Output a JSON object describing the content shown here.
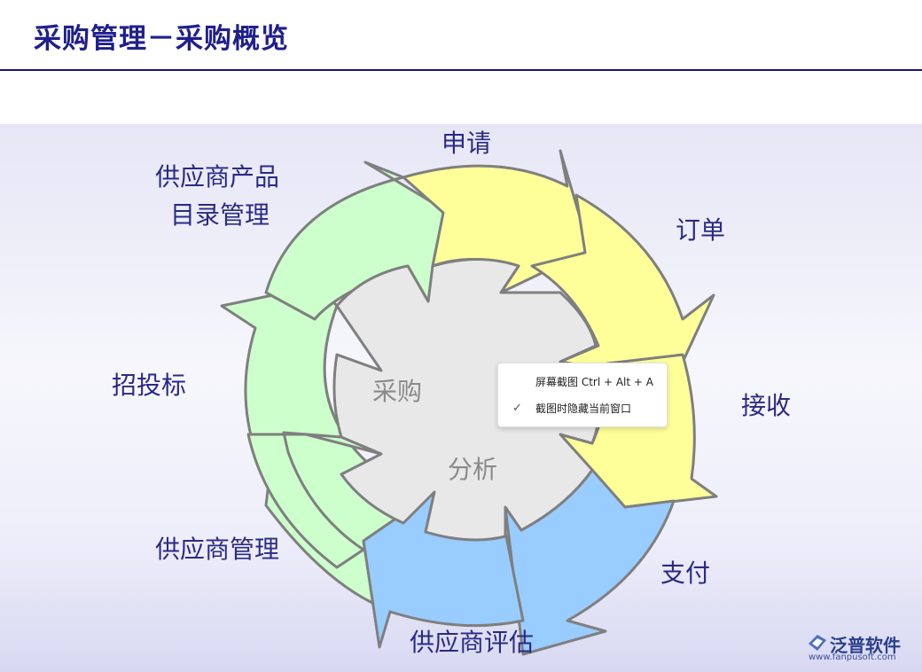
{
  "header": {
    "title": "采购管理－采购概览"
  },
  "diagram": {
    "center": {
      "line1": "采购",
      "line2": "分析"
    },
    "steps": [
      {
        "id": "apply",
        "label": "申请"
      },
      {
        "id": "order",
        "label": "订单"
      },
      {
        "id": "receive",
        "label": "接收"
      },
      {
        "id": "pay",
        "label": "支付"
      },
      {
        "id": "evaluate",
        "label": "供应商评估"
      },
      {
        "id": "supplier",
        "label": "供应商管理"
      },
      {
        "id": "bidding",
        "label": "招投标"
      },
      {
        "id": "catalog",
        "label_line1": "供应商产品",
        "label_line2": "目录管理"
      }
    ],
    "colors": {
      "yellow": "#ffff99",
      "blue": "#99ccff",
      "green": "#ccffcc",
      "center": "#e8e8e8",
      "stroke": "#7f7f7f"
    }
  },
  "context_menu": {
    "item1": "屏幕截图 Ctrl + Alt + A",
    "item2": "截图时隐藏当前窗口",
    "item2_icon": "check-icon"
  },
  "logo": {
    "name": "泛普软件",
    "url": "www.fanpusoft.com"
  }
}
